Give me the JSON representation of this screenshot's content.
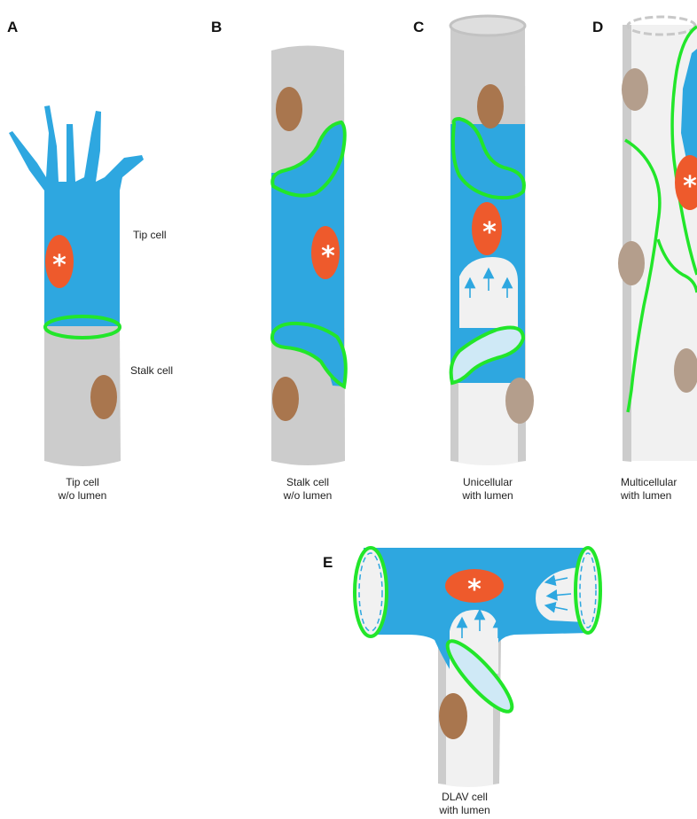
{
  "panels": {
    "a": {
      "letter": "A",
      "side_labels": [
        "Tip cell",
        "Stalk cell"
      ],
      "caption": [
        "Tip cell",
        "w/o lumen"
      ]
    },
    "b": {
      "letter": "B",
      "caption": [
        "Stalk cell",
        "w/o lumen"
      ]
    },
    "c": {
      "letter": "C",
      "caption": [
        "Unicellular",
        "with lumen"
      ]
    },
    "d": {
      "letter": "D",
      "caption": [
        "Multicellular",
        "with lumen"
      ]
    },
    "e": {
      "letter": "E",
      "caption": [
        "DLAV cell",
        "with lumen"
      ]
    }
  },
  "nucleus_marker": "*",
  "colors": {
    "endothelial_cell": "#2ea7e0",
    "nucleus_focus": "#ee5a2c",
    "nucleus_other": "#a9764e",
    "nucleus_faded": "#b49e8c",
    "vessel_solid": "#cccccc",
    "lumen": "#f1f1f1",
    "junction": "#22e62a"
  }
}
